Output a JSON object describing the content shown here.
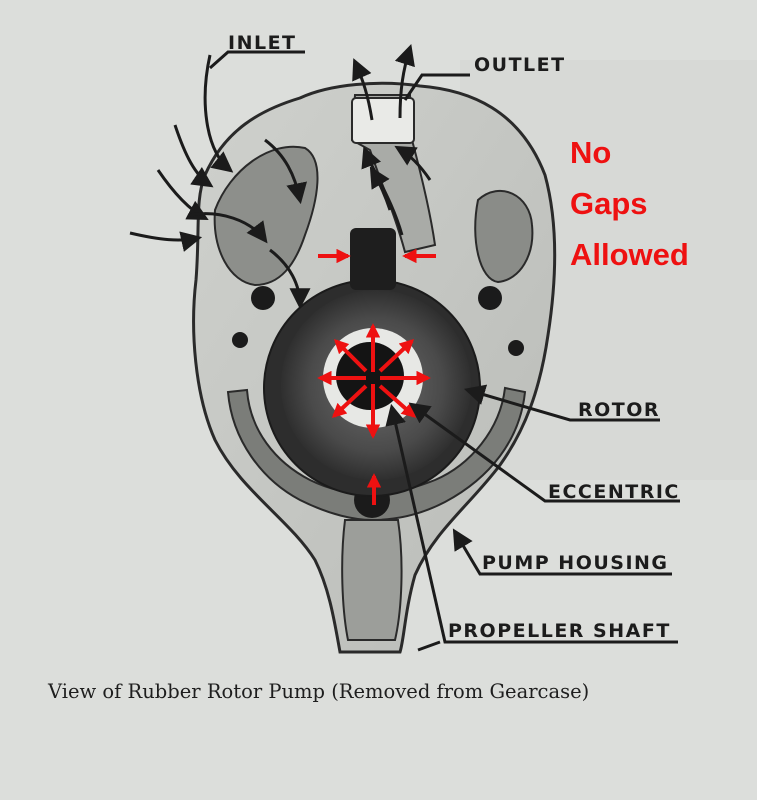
{
  "labels": {
    "inlet": "INLET",
    "outlet": "OUTLET",
    "rotor": "ROTOR",
    "eccentric": "ECCENTRIC",
    "pump_housing": "PUMP HOUSING",
    "propeller_shaft": "PROPELLER SHAFT"
  },
  "annotation": {
    "line1": "No",
    "line2": "Gaps",
    "line3": "Allowed",
    "color": "#ee1111"
  },
  "caption": "View of Rubber Rotor Pump (Removed from Gearcase)",
  "colors": {
    "paper": "#dcdedb",
    "housing_outline": "#2a2a2a",
    "arrow_red": "#ee1111"
  }
}
